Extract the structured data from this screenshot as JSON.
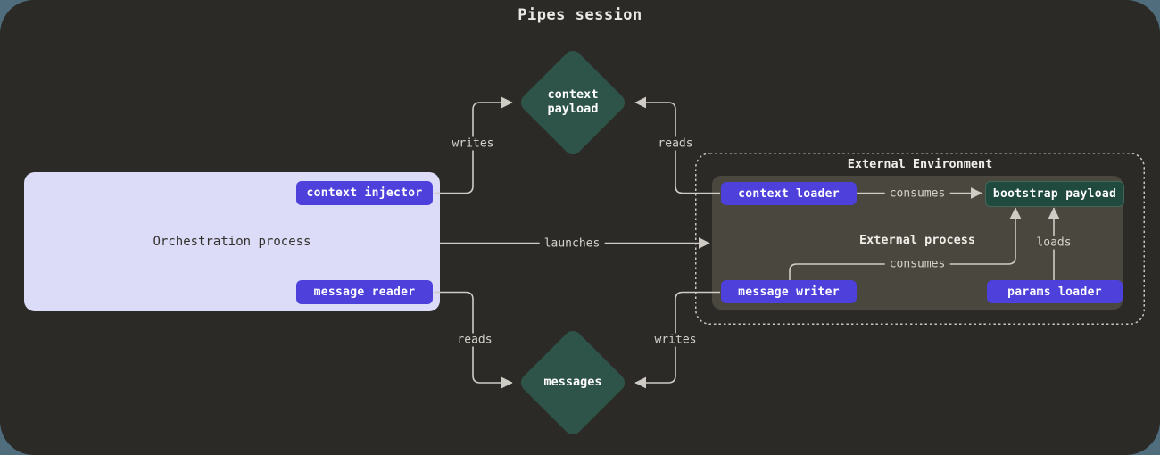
{
  "page": {
    "title": "Pipes session"
  },
  "colors": {
    "page_background": "#4f6d7c",
    "canvas_background": "#2b2a27",
    "node_purple": "#4d40db",
    "diamond_teal": "#2e5348",
    "bootstrap_teal": "#204a3e",
    "orchestration_lavender": "#dcdbf8",
    "external_process_olive": "#4a473f",
    "wire_gray": "#cfccc6"
  },
  "nodes": {
    "context_payload": {
      "label": "context\npayload"
    },
    "messages": {
      "label": "messages"
    },
    "orchestration": {
      "label": "Orchestration process",
      "context_injector": "context injector",
      "message_reader": "message reader"
    },
    "external_environment": {
      "label": "External Environment"
    },
    "external_process": {
      "label": "External process",
      "context_loader": "context loader",
      "bootstrap_payload": "bootstrap payload",
      "message_writer": "message writer",
      "params_loader": "params loader"
    }
  },
  "edges": {
    "writes_top": {
      "label": "writes"
    },
    "reads_top": {
      "label": "reads"
    },
    "launches": {
      "label": "launches"
    },
    "reads_bottom": {
      "label": "reads"
    },
    "writes_bottom": {
      "label": "writes"
    },
    "consumes_top": {
      "label": "consumes"
    },
    "consumes_bottom": {
      "label": "consumes"
    },
    "loads": {
      "label": "loads"
    }
  }
}
